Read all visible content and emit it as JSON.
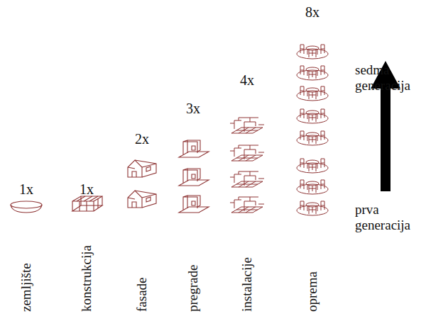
{
  "diagram": {
    "labels": [
      "8x",
      "sedma generacija",
      "4x",
      "3x",
      "2x",
      "1x",
      "1x",
      "prva generacija",
      "zemljište",
      "konstrukcija",
      "fasade",
      "pregrade",
      "instalacije",
      "oprema"
    ]
  }
}
